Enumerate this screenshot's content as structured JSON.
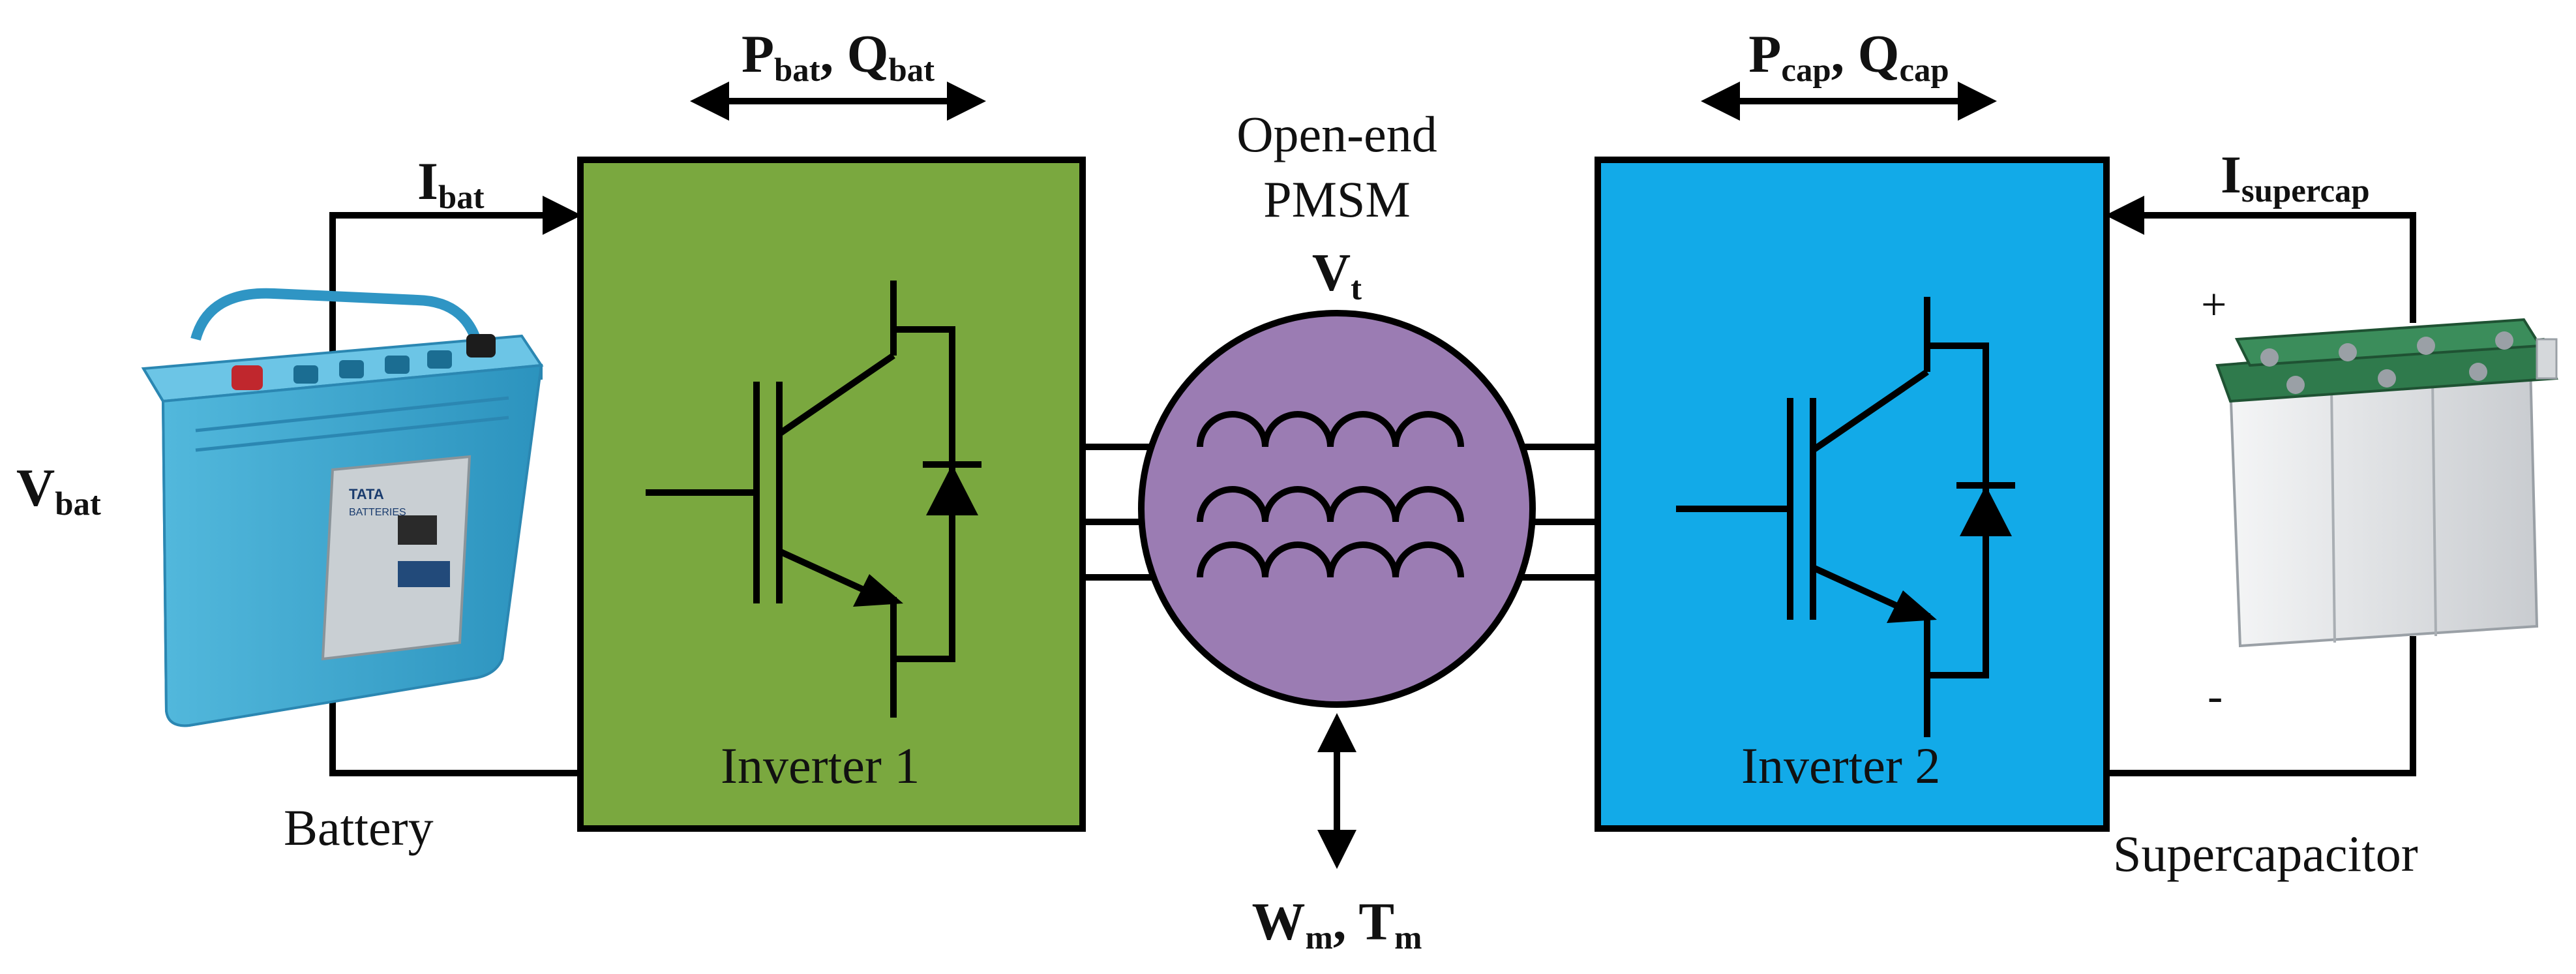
{
  "labels": {
    "pbat_qbat": {
      "p": "P",
      "p_sub": "bat",
      "sep": ", ",
      "q": "Q",
      "q_sub": "bat"
    },
    "pcap_qcap": {
      "p": "P",
      "p_sub": "cap",
      "sep": ", ",
      "q": "Q",
      "q_sub": "cap"
    },
    "i_bat": {
      "main": "I",
      "sub": "bat"
    },
    "i_supercap": {
      "main": "I",
      "sub": "supercap"
    },
    "v_bat": {
      "main": "V",
      "sub": "bat"
    },
    "v_t": {
      "main": "V",
      "sub": "t"
    },
    "motor_line1": "Open-end",
    "motor_line2": "PMSM",
    "wm_tm": {
      "w": "W",
      "w_sub": "m",
      "sep": ", ",
      "t": "T",
      "t_sub": "m"
    },
    "inverter1": "Inverter 1",
    "inverter2": "Inverter 2",
    "battery": "Battery",
    "supercapacitor": "Supercapacitor",
    "plus": "+",
    "minus": "-"
  },
  "colors": {
    "inverter1_fill": "#7aa83f",
    "inverter2_fill": "#12aae8",
    "motor_fill": "#9b7cb3",
    "battery_body": "#3aa7cf",
    "supercap_body": "#e6e8ea",
    "supercap_board": "#2f7a4c",
    "line": "#000000"
  },
  "battery_label_badge": {
    "brand": "TATA",
    "sub": "BATTERIES"
  }
}
